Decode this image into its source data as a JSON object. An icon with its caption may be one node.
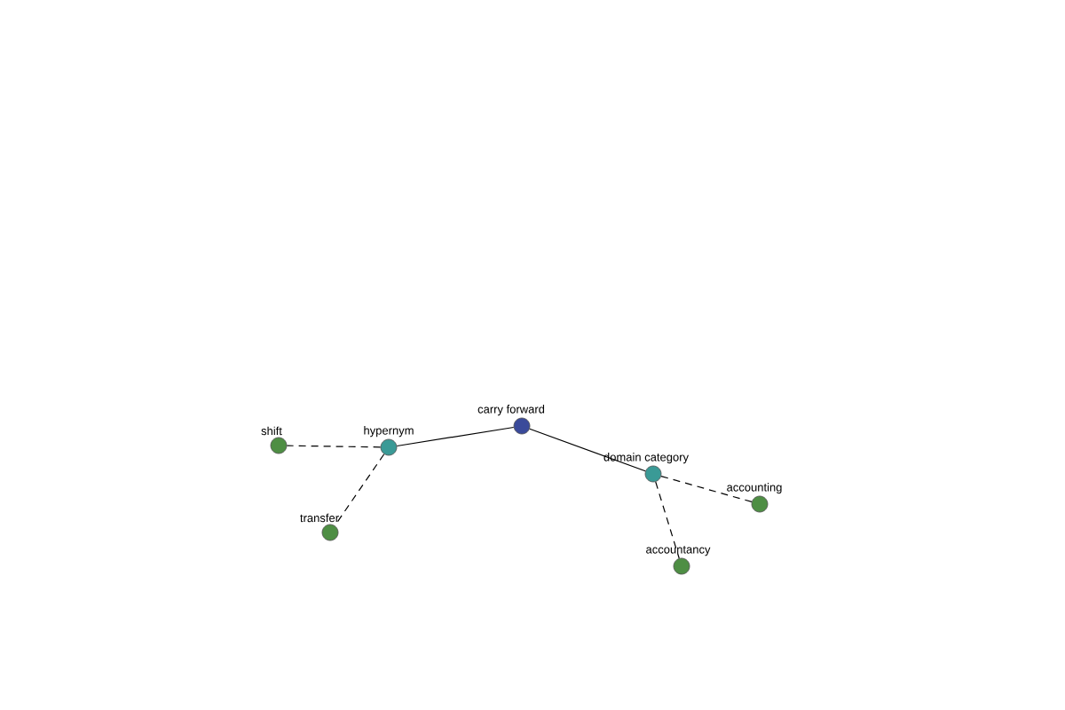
{
  "diagram": {
    "nodes": [
      {
        "text": [
          "carry forward"
        ]
      },
      {
        "text": [
          "hypernym"
        ]
      },
      {
        "text": [
          "domain category"
        ]
      },
      {
        "text": [
          "shift"
        ]
      },
      {
        "text": [
          "transfer"
        ]
      },
      {
        "text": [
          "accounting"
        ]
      },
      {
        "text": [
          "accountancy"
        ]
      }
    ],
    "edges": [
      {
        "from": 0,
        "to": 1,
        "arrow": "none"
      },
      {
        "from": 0,
        "to": 2,
        "arrow": "none"
      },
      {
        "from": 1,
        "to": 3,
        "arrow": "none",
        "style": "dashed"
      },
      {
        "from": 1,
        "to": 4,
        "arrow": "none",
        "style": "dashed"
      },
      {
        "from": 2,
        "to": 5,
        "arrow": "none",
        "style": "dashed"
      },
      {
        "from": 2,
        "to": 6,
        "arrow": "none",
        "style": "dashed"
      }
    ]
  }
}
